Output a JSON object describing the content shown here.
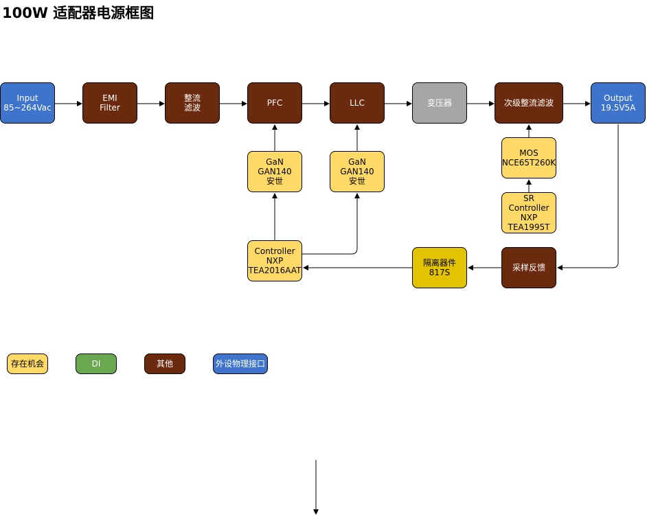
{
  "title": "100W 适配器电源框图",
  "blocks": {
    "input": "Input\n85~264Vac",
    "emi": "EMI\nFilter",
    "rectifier": "整流\n滤波",
    "pfc": "PFC",
    "llc": "LLC",
    "transformer": "变压器",
    "secondary": "次级整流滤波",
    "output": "Output\n19.5V5A",
    "gan_pfc": "GaN\nGAN140\n安世",
    "gan_llc": "GaN\nGAN140\n安世",
    "mos": "MOS\nNCE65T260K",
    "sr_controller": "SR Controller\nNXP\nTEA1995T",
    "controller": "Controller\nNXP\nTEA2016AAT",
    "isolator": "隔离器件\n817S",
    "feedback": "采样反馈"
  },
  "legend": {
    "opportunity": "存在机会",
    "di": "DI",
    "other": "其他",
    "peripheral": "外设物理接口"
  },
  "colors": {
    "brown": "#6b2a0e",
    "blue": "#3e74cc",
    "gray": "#a6a6a6",
    "yellow": "#ffd966",
    "mustard": "#e3c300",
    "green": "#6aa84f"
  }
}
